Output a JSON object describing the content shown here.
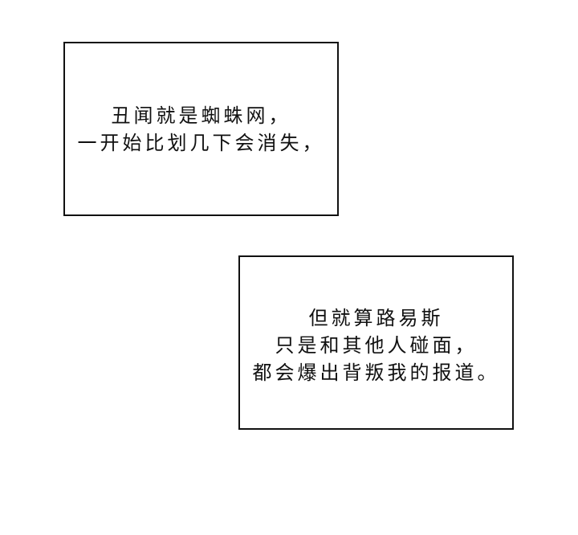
{
  "captions": [
    {
      "lines": [
        "丑闻就是蜘蛛网，",
        "一开始比划几下会消失，"
      ]
    },
    {
      "lines": [
        "但就算路易斯",
        "只是和其他人碰面，",
        "都会爆出背叛我的报道。"
      ]
    }
  ]
}
